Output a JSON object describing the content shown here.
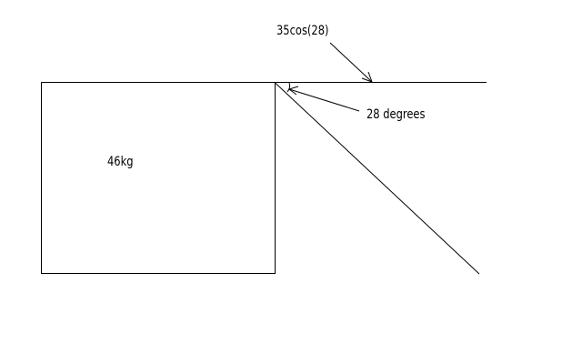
{
  "diagram": {
    "mass_label": "46kg",
    "force_component_label": "35cos(28)",
    "angle_label": "28 degrees"
  },
  "colors": {
    "line": "#000000",
    "background": "#ffffff"
  }
}
